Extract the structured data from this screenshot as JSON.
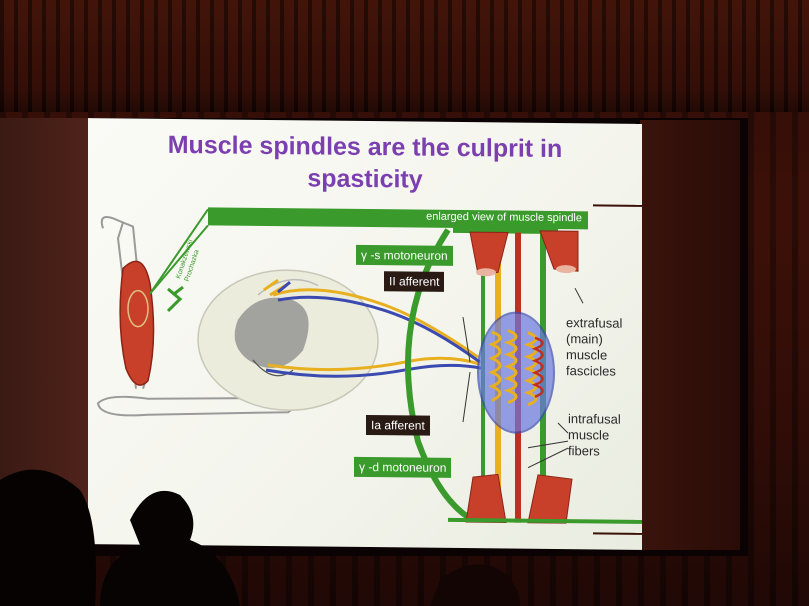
{
  "slide": {
    "title_line1": "Muscle spindles are the culprit in",
    "title_line2": "spasticity",
    "enlarged_label": "enlarged view of muscle spindle",
    "gamma_s_label": "γ -s motoneuron",
    "gamma_d_label": "γ -d motoneuron",
    "ii_afferent_label": "II afferent",
    "ia_afferent_label": "Ia afferent",
    "extrafusal_label": [
      "extrafusal",
      "(main)",
      "muscle",
      "fascicles"
    ],
    "intrafusal_label": [
      "intrafusal",
      "muscle",
      "fibers"
    ],
    "credit_line1": "Konakzewski",
    "credit_line2": "Prochazka"
  },
  "colors": {
    "title": "#7b3fb0",
    "green_bar": "#3a9a2c",
    "dark_tag": "#2a1a14",
    "yellow_nerve": "#e8b020",
    "blue_nerve": "#3a4ab0",
    "red_vessel": "#c03020",
    "muscle_red": "#c8402a"
  }
}
